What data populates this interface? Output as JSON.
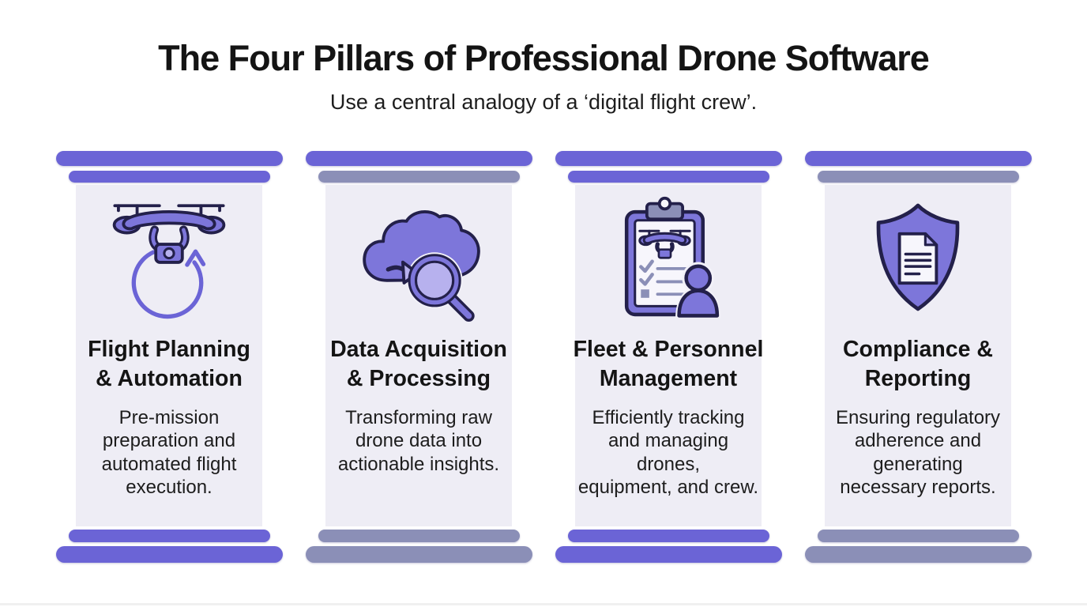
{
  "header": {
    "title": "The Four Pillars of Professional Drone Software",
    "subtitle": "Use a central analogy of a ‘digital flight crew’."
  },
  "colors": {
    "accent_purple": "#6b64d6",
    "muted_bar": "#8b8fb7",
    "pillar_body_bg": "#eeedf5",
    "icon_fill": "#7d76da",
    "icon_fill_light": "#b7b1ee",
    "icon_stroke": "#23204a",
    "paper_white": "#f7f6fc",
    "halo": "#f2f1f8",
    "title_text": "#141414",
    "body_text": "#1d1d1d"
  },
  "pillars": [
    {
      "icon": "drone-orbit-icon",
      "cap_style": "purple",
      "title": "Flight Planning\n& Automation",
      "description": "Pre-mission\npreparation and\nautomated flight\nexecution."
    },
    {
      "icon": "cloud-search-icon",
      "cap_style": "gray",
      "title": "Data Acquisition\n& Processing",
      "description": "Transforming raw\ndrone data into\nactionable insights."
    },
    {
      "icon": "clipboard-crew-icon",
      "cap_style": "purple",
      "title": "Fleet & Personnel\nManagement",
      "description": "Efficiently tracking\nand managing\ndrones,\nequipment, and crew."
    },
    {
      "icon": "shield-document-icon",
      "cap_style": "gray",
      "title": "Compliance &\nReporting",
      "description": "Ensuring regulatory\nadherence and\ngenerating\nnecessary reports."
    }
  ]
}
